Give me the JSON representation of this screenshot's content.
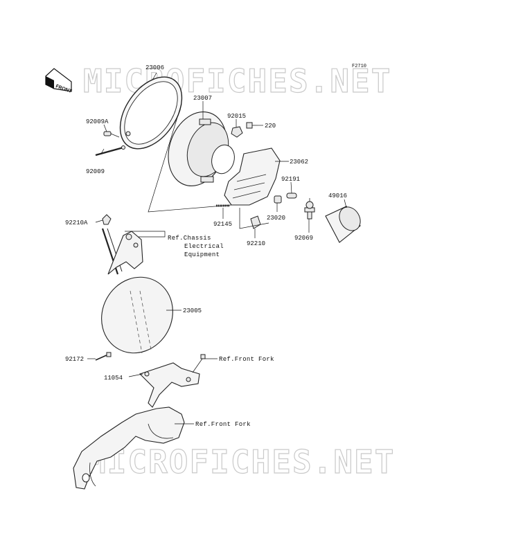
{
  "figure_code": "F2710",
  "watermark": "MICROFICHES.NET",
  "front_badge": "FRONT",
  "parts": {
    "p23006": "23006",
    "p23007": "23007",
    "p92015": "92015",
    "p220": "220",
    "p92009A": "92009A",
    "p92009": "92009",
    "p23062": "23062",
    "p92191": "92191",
    "p49016": "49016",
    "p92210A": "92210A",
    "p92145": "92145",
    "p23020": "23020",
    "p92210": "92210",
    "p92069": "92069",
    "p23005": "23005",
    "p92172": "92172",
    "p11054": "11054"
  },
  "refs": {
    "chassis_line1": "Ref.Chassis",
    "chassis_line2": "Electrical",
    "chassis_line3": "Equipment",
    "front_fork_1": "Ref.Front Fork",
    "front_fork_2": "Ref.Front Fork"
  }
}
